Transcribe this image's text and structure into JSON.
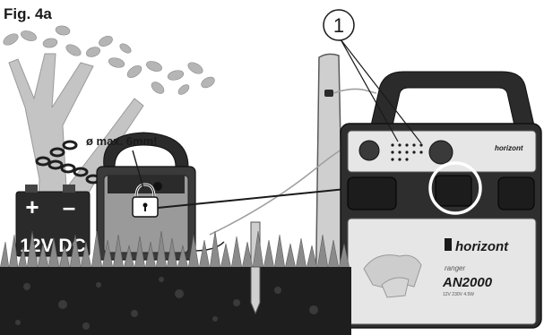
{
  "figure": {
    "label": "Fig. 4a",
    "callout_number": "1",
    "annotation": "ø max. 6mm!",
    "battery_label": "12V DC",
    "battery_plus": "+",
    "battery_minus": "–"
  },
  "device": {
    "brand_top": "horizont",
    "brand_panel": "horizont",
    "product_line": "ranger",
    "model": "AN2000",
    "small_print": "12V 230V 4.5W"
  },
  "colors": {
    "ink": "#1a1a1a",
    "device_body": "#2b2b2b",
    "device_panel": "#e6e6e6",
    "tree": "#bfbfbf",
    "soil": "#1e1e1e"
  }
}
